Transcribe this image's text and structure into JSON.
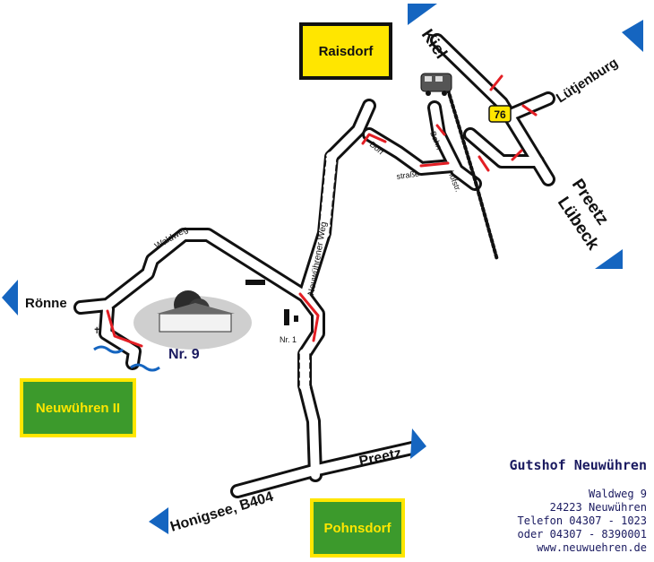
{
  "colors": {
    "arrow_blue": "#1565c0",
    "sign_yellow": "#ffe600",
    "sign_green": "#3c9a2c",
    "route_red": "#e31e24",
    "text_navy": "#1a1a60"
  },
  "directions": {
    "kiel": "Kiel",
    "luetjenburg": "Lütjenburg",
    "preetz_top": "Preetz",
    "luebeck": "Lübeck",
    "roenne": "Rönne",
    "preetz_bottom": "Preetz",
    "honigsee": "Honigsee, B404"
  },
  "roads": {
    "waldweg": "Waldweg",
    "neuwuehrener_weg": "Neuwührener Weg",
    "dorf": "Dorf",
    "strasse": "straße",
    "bahn": "Bahn",
    "hofstr": "hofstr.",
    "route_number": "76"
  },
  "places": {
    "raisdorf": "Raisdorf",
    "neuwuehren_ii": "Neuwühren II",
    "pohnsdorf": "Pohnsdorf",
    "nr9": "Nr. 9",
    "nr1": "Nr. 1"
  },
  "icons": {
    "train": "train-icon",
    "church": "church-icon",
    "water": "water-icon",
    "photo": "farmhouse-photo"
  },
  "info": {
    "title": "Gutshof Neuwühren",
    "lines": [
      "Waldweg 9",
      "24223 Neuwühren",
      "Telefon 04307 - 1023",
      "oder 04307 - 8390001",
      "www.neuwuehren.de"
    ]
  }
}
